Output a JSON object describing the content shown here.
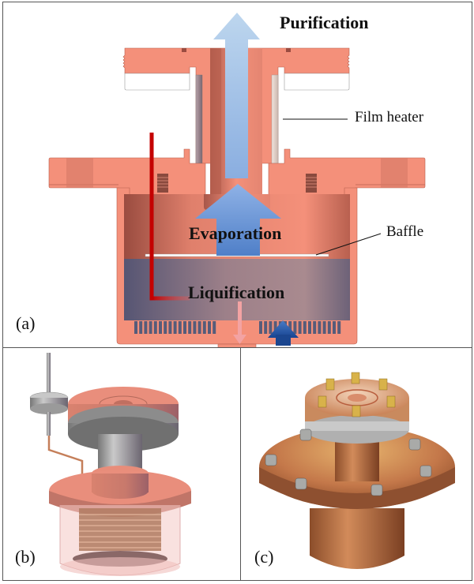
{
  "figure": {
    "panels": [
      {
        "id": "a",
        "label": "(a)",
        "description": "Cross-section of cryogenic purifier cell"
      },
      {
        "id": "b",
        "label": "(b)",
        "description": "3D CAD model"
      },
      {
        "id": "c",
        "label": "(c)",
        "description": "Photograph of assembled copper cell"
      }
    ]
  },
  "panel_a": {
    "label": "(a)",
    "annotations": {
      "purification": "Purification",
      "evaporation": "Evaporation",
      "liquification": "Liquification",
      "film_heater": "Film heater",
      "baffle": "Baffle"
    },
    "colors": {
      "copper": "#f4907a",
      "copper_dark": "#b8604f",
      "liquid": "#8e7a90",
      "arrow_light_blue": "#a9c6e8",
      "arrow_blue": "#5d8dcf",
      "arrow_dark_blue": "#1e4a97",
      "arrow_pink": "#f3a3a3",
      "red_line": "#c40000"
    }
  },
  "panel_b": {
    "label": "(b)"
  },
  "panel_c": {
    "label": "(c)"
  }
}
